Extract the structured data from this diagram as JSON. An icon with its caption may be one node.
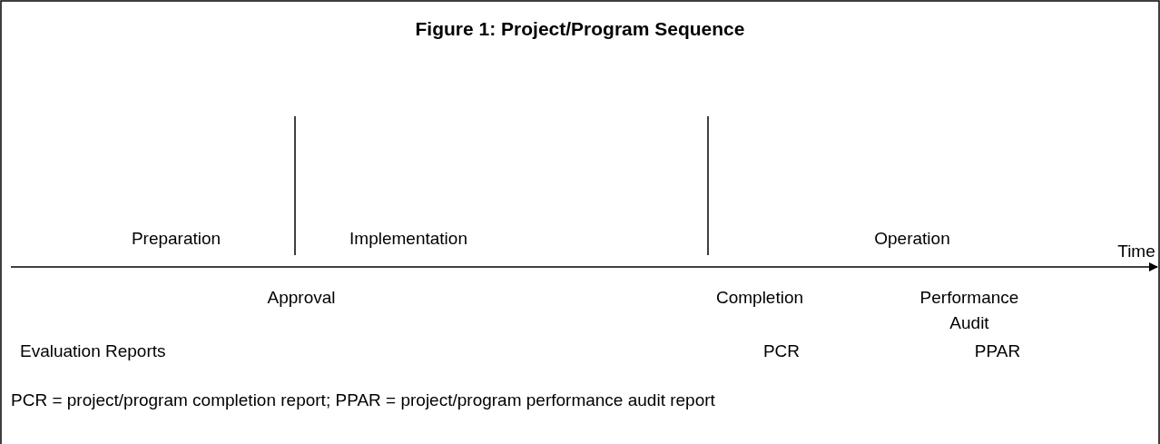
{
  "diagram": {
    "title": "Figure 1:  Project/Program Sequence",
    "labels": [
      "Preparation",
      "Implementation",
      "Operation",
      "Time",
      "Approval",
      "Completion",
      "Performance Audit",
      "Evaluation Reports",
      "PCR",
      "PPAR"
    ],
    "caption": "PCR = project/program completion report; PPAR = project/program performance audit report"
  }
}
